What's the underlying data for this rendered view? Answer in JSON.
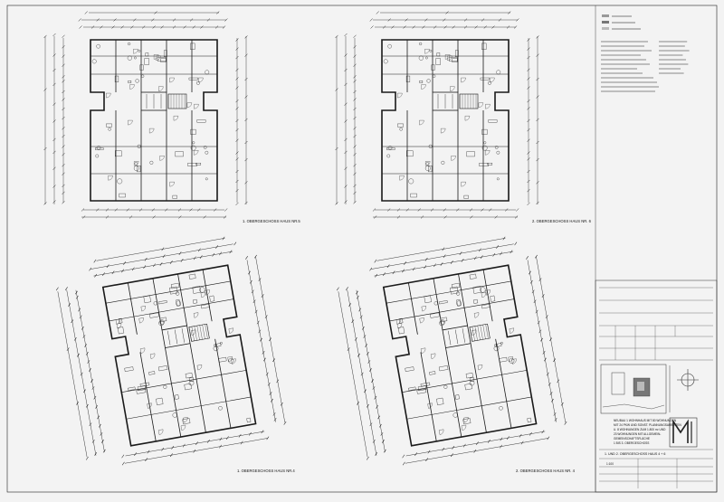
{
  "sheet": {
    "background": "#f3f3f3",
    "ink": "#111111",
    "plans": [
      {
        "id": "plan-1og-haus5",
        "title": "1. OBERGESCHOSS HAUS NR.5"
      },
      {
        "id": "plan-2og-haus6",
        "title": "2. OBERGESCHOSS HAUS NR. 6"
      },
      {
        "id": "plan-1og-haus4",
        "title": "1. OBERGESCHOSS HAUS NR.4"
      },
      {
        "id": "plan-2og-haus4",
        "title": "2. OBERGESCHOSS HAUS NR. 4"
      }
    ],
    "title_block": {
      "project_lines": [
        "NEUBAU 1 WOHNHAUS MIT 80 WOHNUNGEN",
        "MIT 24 PKW UND SONST. PLANNUNGSARBEITEN",
        "U. 8 WOHNUNGEN ZUM 1.800 m² UND",
        "23 WOHNUNGEN MIT ALLGEMEIN-",
        "GEMEINSCHAFTSFLÄCHE",
        "1 BIS 3. OBERGESCHOSS"
      ],
      "drawing_title": "1. UND 2. OBERGESCHOSS HAUS 4 + 6",
      "scale": "1:100"
    }
  }
}
